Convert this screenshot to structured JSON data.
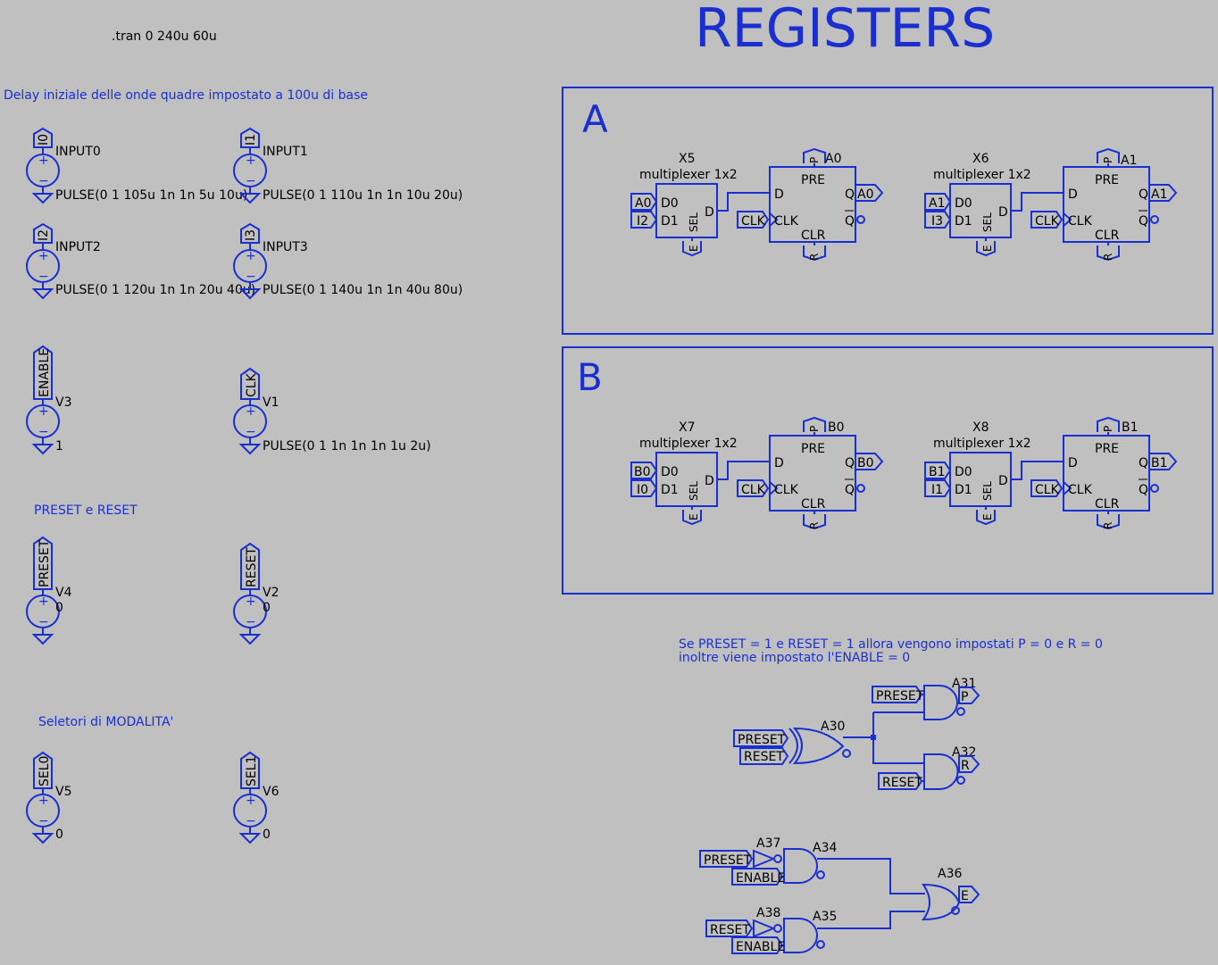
{
  "title": "REGISTERS",
  "directive": ".tran 0 240u 60u",
  "notes": {
    "delay": "Delay iniziale delle onde quadre impostato a 100u di base",
    "preset_reset": "PRESET e RESET",
    "selectors": "Seletori di MODALITA'",
    "logic_line1": "Se PRESET = 1 e RESET = 1 allora vengono impostati P = 0 e R = 0",
    "logic_line2": "inoltre viene impostato l'ENABLE = 0"
  },
  "sources": [
    {
      "net": "I0",
      "name": "INPUT0",
      "value": "PULSE(0 1 105u 1n 1n 5u 10u)"
    },
    {
      "net": "I1",
      "name": "INPUT1",
      "value": "PULSE(0 1 110u 1n 1n 10u 20u)"
    },
    {
      "net": "I2",
      "name": "INPUT2",
      "value": "PULSE(0 1 120u 1n 1n 20u 40u)"
    },
    {
      "net": "I3",
      "name": "INPUT3",
      "value": "PULSE(0 1 140u 1n 1n 40u 80u)"
    },
    {
      "net": "ENABLE",
      "name": "V3",
      "value": "1"
    },
    {
      "net": "CLK",
      "name": "V1",
      "value": "PULSE(0 1 1n 1n 1n 1u 2u)"
    },
    {
      "net": "PRESET",
      "name": "V4",
      "value": "0"
    },
    {
      "net": "RESET",
      "name": "V2",
      "value": "0"
    },
    {
      "net": "SEL0",
      "name": "V5",
      "value": "0"
    },
    {
      "net": "SEL1",
      "name": "V6",
      "value": "0"
    }
  ],
  "registers": {
    "a": {
      "label": "A",
      "cells": [
        {
          "mux": "X5",
          "d0": "A0",
          "d1": "I2",
          "out": "A0"
        },
        {
          "mux": "X6",
          "d0": "A1",
          "d1": "I3",
          "out": "A1"
        }
      ]
    },
    "b": {
      "label": "B",
      "cells": [
        {
          "mux": "X7",
          "d0": "B0",
          "d1": "I0",
          "out": "B0"
        },
        {
          "mux": "X8",
          "d0": "B1",
          "d1": "I1",
          "out": "B1"
        }
      ]
    }
  },
  "mux_type": "multiplexer 1x2",
  "pins": {
    "d0": "D0",
    "d1": "D1",
    "sel": "SEL",
    "d": "D",
    "pre": "PRE",
    "clr": "CLR",
    "clk": "CLK",
    "q": "Q",
    "qbar": "Q",
    "p": "P",
    "r": "R",
    "e": "E"
  },
  "gates": {
    "a30": "A30",
    "a31": "A31",
    "a32": "A32",
    "a34": "A34",
    "a35": "A35",
    "a36": "A36",
    "a37": "A37",
    "a38": "A38"
  },
  "nets": {
    "preset": "PRESET",
    "reset": "RESET",
    "enable": "ENABLE",
    "p": "P",
    "r": "R",
    "e": "E",
    "clk": "CLK"
  }
}
